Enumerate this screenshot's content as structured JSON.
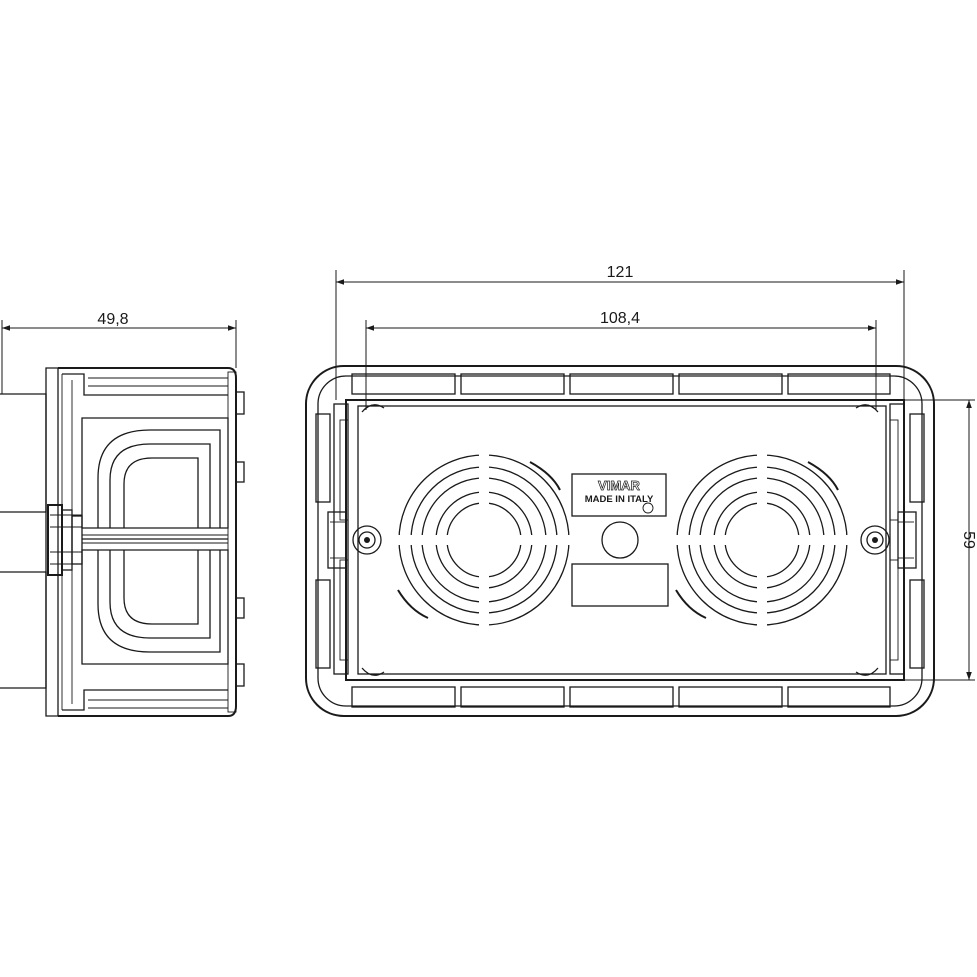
{
  "dimensions": {
    "side_depth": "49,8",
    "overall_width": "121",
    "screw_center_width": "108,4",
    "inner_height": "59"
  },
  "brand": {
    "logo_text": "VIMAR",
    "origin_label": "MADE IN ITALY"
  }
}
